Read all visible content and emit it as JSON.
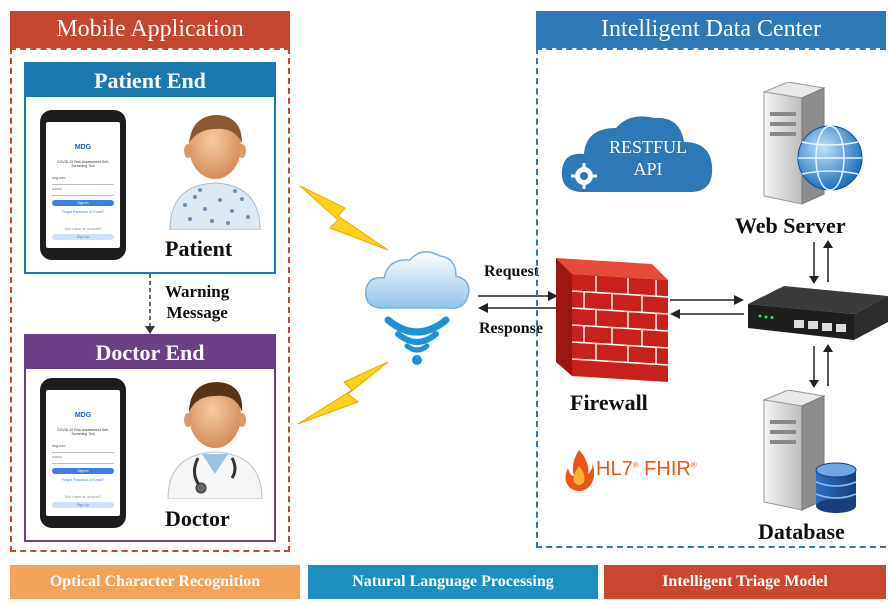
{
  "mobile": {
    "title": "Mobile Application",
    "patient_panel": {
      "title": "Patient End",
      "label": "Patient",
      "phone": {
        "logo": "MDG",
        "title": "COVID-19 Risk Assessment Self-Screening Tool",
        "email_field": "abg.com",
        "password_field": "••••••••",
        "sign_in": "Sign In",
        "forgot": "Forgot Password or Email?",
        "no_account": "Don't have an account?",
        "sign_up": "Sign Up"
      }
    },
    "warning_message": "Warning\nMessage",
    "doctor_panel": {
      "title": "Doctor End",
      "label": "Doctor",
      "phone": {
        "logo": "MDG",
        "title": "COVID-19 Risk Assessment Self-Screening Tool",
        "email_field": "abg.com",
        "password_field": "••••••••",
        "sign_in": "Sign In",
        "forgot": "Forgot Password or Email?",
        "no_account": "Don't have an account?",
        "sign_up": "Sign Up"
      }
    }
  },
  "network": {
    "request": "Request",
    "response": "Response",
    "firewall": "Firewall"
  },
  "data_center": {
    "title": "Intelligent Data Center",
    "restful_api": "RESTFUL\nAPI",
    "web_server": "Web Server",
    "database": "Database",
    "hl7_logo": "HL7",
    "fhir_logo": "FHIR"
  },
  "footer": {
    "ocr": "Optical Character Recognition",
    "nlp": "Natural Language Processing",
    "triage": "Intelligent Triage Model"
  },
  "colors": {
    "mobile_header": "#c4462f",
    "patient_header": "#1a78ae",
    "doctor_header": "#6b3f86",
    "datacenter_header": "#2f78b6",
    "footer_ocr": "#f3a25b",
    "footer_nlp": "#1d8fbf",
    "footer_triage": "#c9472e"
  }
}
